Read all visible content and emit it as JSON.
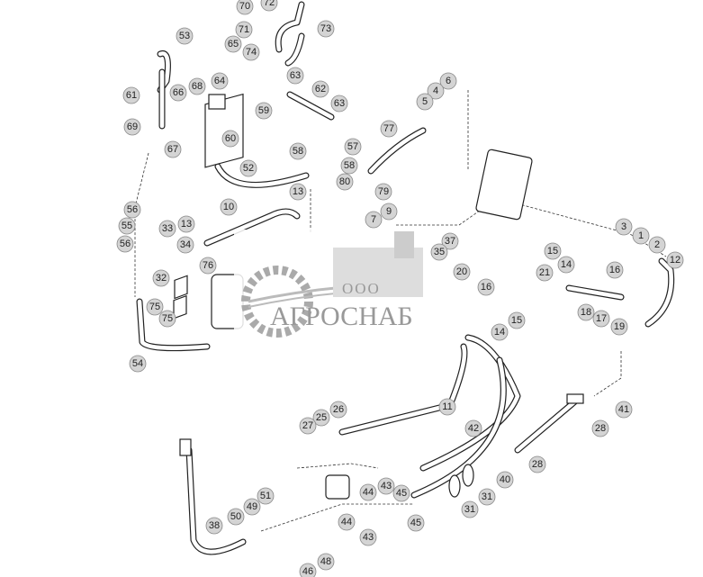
{
  "diagram": {
    "callouts": [
      "70",
      "72",
      "71",
      "73",
      "53",
      "65",
      "74",
      "68",
      "64",
      "63",
      "61",
      "66",
      "62",
      "63",
      "59",
      "69",
      "67",
      "60",
      "6",
      "4",
      "5",
      "77",
      "58",
      "57",
      "58",
      "52",
      "80",
      "79",
      "13",
      "10",
      "9",
      "7",
      "56",
      "55",
      "13",
      "33",
      "56",
      "34",
      "76",
      "32",
      "75",
      "75",
      "54",
      "37",
      "35",
      "20",
      "16",
      "15",
      "14",
      "3",
      "1",
      "2",
      "15",
      "14",
      "16",
      "21",
      "12",
      "18",
      "17",
      "19",
      "11",
      "41",
      "28",
      "26",
      "25",
      "27",
      "42",
      "28",
      "40",
      "31",
      "31",
      "44",
      "43",
      "45",
      "51",
      "49",
      "50",
      "38",
      "44",
      "43",
      "45",
      "48",
      "46"
    ],
    "callout_color": "#d4d4d4",
    "line_color": "#222222"
  },
  "watermark": {
    "prefix": "ООО",
    "name": "АГРОСНАБ",
    "color": "#999999"
  }
}
